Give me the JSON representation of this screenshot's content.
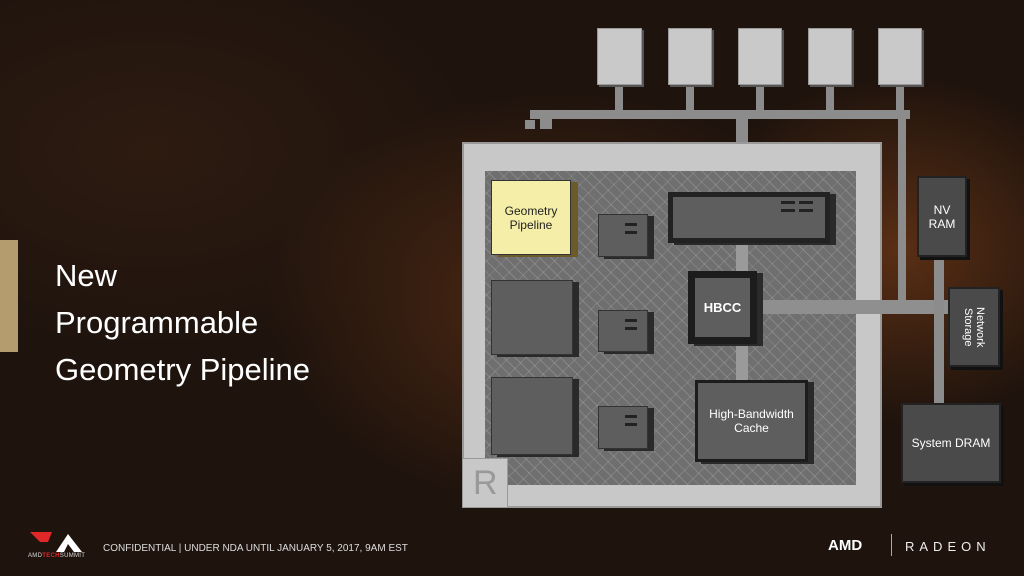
{
  "slide": {
    "title_lines": [
      "New",
      "Programmable",
      "Geometry Pipeline"
    ]
  },
  "footer": {
    "confidential": "CONFIDENTIAL | UNDER NDA UNTIL JANUARY 5, 2017, 9AM EST",
    "event_logo_text": [
      "AMD",
      "TECH",
      "SUMMIT"
    ],
    "brand_amd": "AMD",
    "brand_radeon": "RADEON"
  },
  "diagram": {
    "geometry_pipeline": "Geometry Pipeline",
    "hbcc": "HBCC",
    "high_bandwidth_cache": "High-Bandwidth Cache",
    "nv_ram": "NV RAM",
    "network_storage": "Network Storage",
    "system_dram": "System DRAM",
    "corner_mark": "R",
    "highlight_color": "#f5eea8"
  }
}
